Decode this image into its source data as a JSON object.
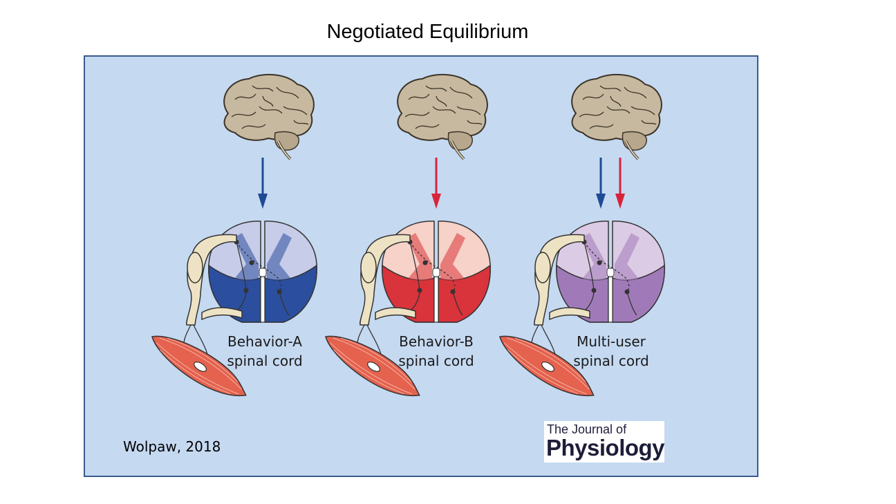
{
  "title": "Negotiated Equilibrium",
  "panels": [
    {
      "label_line1": "Behavior-A",
      "label_line2": "spinal cord",
      "tint": "#2b4f9e",
      "light": "#c7cde8",
      "arrows": [
        "#1f4a96"
      ]
    },
    {
      "label_line1": "Behavior-B",
      "label_line2": "spinal cord",
      "tint": "#d9333b",
      "light": "#f6d2c8",
      "arrows": [
        "#d8243a"
      ]
    },
    {
      "label_line1": "Multi-user",
      "label_line2": "spinal cord",
      "tint": "#a07ab8",
      "light": "#dccbe4",
      "arrows": [
        "#1f4a96",
        "#d8243a"
      ]
    }
  ],
  "credit": "Wolpaw, 2018",
  "journal": {
    "line1": "The Journal of",
    "line2": "Physiology"
  },
  "colors": {
    "panel_bg": "#c5d9f1",
    "panel_border": "#3a5a8c",
    "brain": "#c7b9a0",
    "nerve": "#ede3c4",
    "muscle": "#e4624e"
  }
}
